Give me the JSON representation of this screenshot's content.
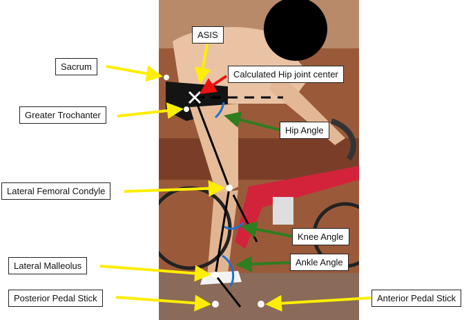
{
  "figure": {
    "labels": {
      "sacrum": "Sacrum",
      "asis": "ASIS",
      "hip_joint_center": "Calculated Hip joint center",
      "greater_trochanter": "Greater Trochanter",
      "hip_angle": "Hip Angle",
      "lateral_femoral_condyle": "Lateral Femoral Condyle",
      "knee_angle": "Knee Angle",
      "ankle_angle": "Ankle Angle",
      "lateral_malleolus": "Lateral Malleolus",
      "posterior_pedal_stick": "Posterior Pedal Stick",
      "anterior_pedal_stick": "Anterior Pedal Stick"
    },
    "colors": {
      "yellow_arrow": "#ffee00",
      "red_arrow": "#ee1111",
      "green_arrow": "#2e7d1f",
      "angle_arc": "#1e6fd0",
      "segment_line": "#000000",
      "marker": "#ffffff",
      "face_mask": "#000000",
      "background_wall": "#9a5a3a"
    }
  }
}
